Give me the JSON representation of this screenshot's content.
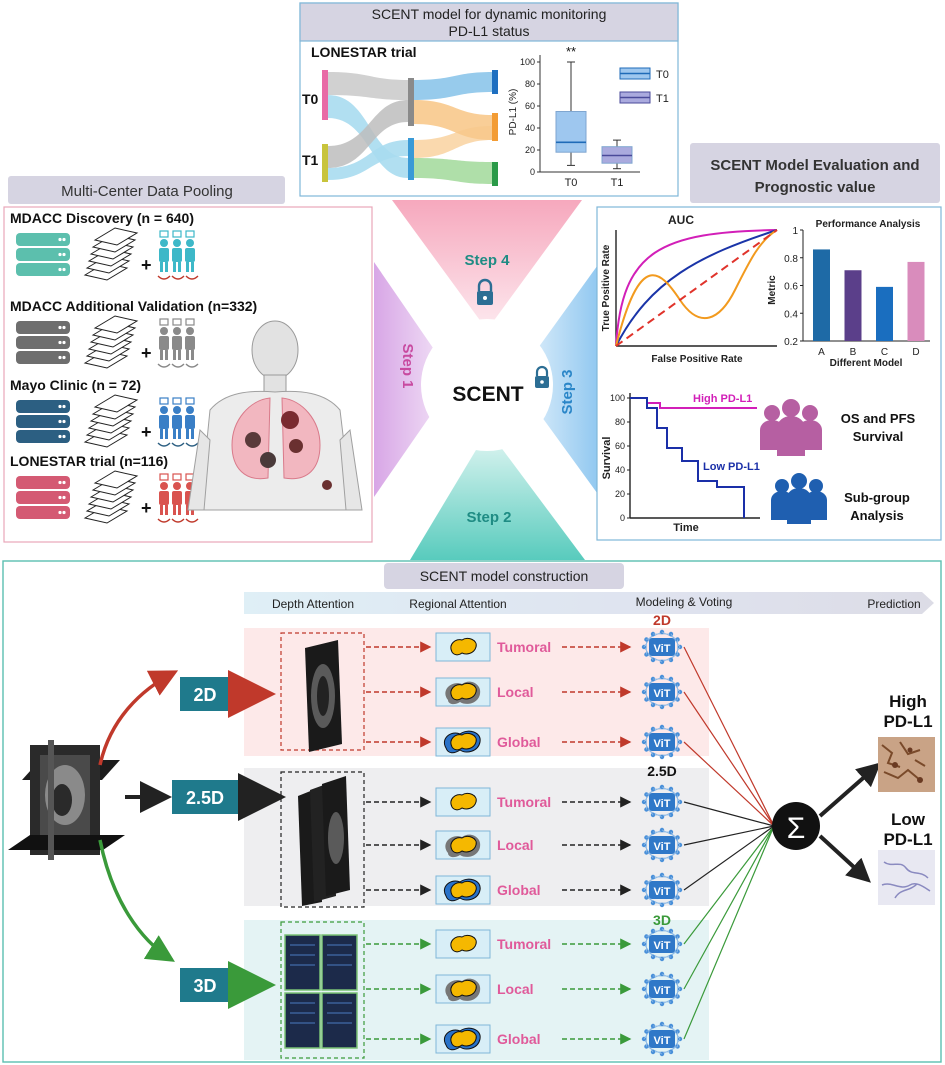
{
  "step4": {
    "title_line1": "SCENT model for dynamic monitoring",
    "title_line2": "PD-L1 status",
    "trial": "LONESTAR trial",
    "t0": "T0",
    "t1": "T1",
    "chart_data": {
      "type": "box",
      "ylabel": "PD-L1 (%)",
      "yticks": [
        "0",
        "20",
        "40",
        "60",
        "80",
        "100"
      ],
      "ylim": [
        0,
        100
      ],
      "categories": [
        "T0",
        "T1"
      ],
      "significance": "**",
      "legend": [
        "T0",
        "T1"
      ],
      "boxes": [
        {
          "name": "T0",
          "whisker_low": 6,
          "q1": 18,
          "median": 27,
          "q3": 55,
          "whisker_high": 100,
          "color": "#9ec7ef"
        },
        {
          "name": "T1",
          "whisker_low": 3,
          "q1": 8,
          "median": 15,
          "q3": 23,
          "whisker_high": 29,
          "color": "#aaaade"
        }
      ]
    }
  },
  "step3": {
    "title_line1": "SCENT Model Evaluation and",
    "title_line2": "Prognostic value",
    "auc": {
      "title": "AUC",
      "xlabel": "False Positive Rate",
      "ylabel": "True Positive Rate"
    },
    "performance": {
      "chart_data": {
        "type": "bar",
        "title": "Performance Analysis",
        "categories": [
          "A",
          "B",
          "C",
          "D"
        ],
        "values": [
          0.86,
          0.71,
          0.59,
          0.77
        ],
        "colors": [
          "#1e6aa6",
          "#5b3f8a",
          "#1a6ebf",
          "#d98cbc"
        ],
        "ylabel": "Metric",
        "xlabel": "Different Model",
        "ylim": [
          0.2,
          1.0
        ],
        "yticks": [
          "0.2",
          "0.4",
          "0.6",
          "0.8",
          "1"
        ]
      }
    },
    "survival": {
      "ylabel": "Survival",
      "xlabel": "Time",
      "yticks": [
        "0",
        "20",
        "40",
        "60",
        "80",
        "100"
      ],
      "high_label": "High PD-L1",
      "low_label": "Low PD-L1"
    },
    "os_line1": "OS and PFS",
    "os_line2": "Survival",
    "sub_line1": "Sub-group",
    "sub_line2": "Analysis"
  },
  "step1": {
    "title": "Multi-Center Data Pooling",
    "cohorts": [
      {
        "label": "MDACC Discovery (n = 640)",
        "color": "#5cbfad",
        "people": "#3db8c8"
      },
      {
        "label": "MDACC Additional Validation (n=332)",
        "color": "#6e6e6e",
        "people": "#8a8a8a"
      },
      {
        "label": "Mayo Clinic  (n = 72)",
        "color": "#2c5f82",
        "people": "#3a7fc6"
      },
      {
        "label": "LONESTAR trial (n=116)",
        "color": "#d45a73",
        "people": "#d9534f"
      }
    ],
    "plus": "+"
  },
  "center": {
    "label": "SCENT",
    "step1": "Step 1",
    "step2": "Step 2",
    "step3": "Step 3",
    "step4": "Step 4"
  },
  "construction": {
    "title": "SCENT model construction",
    "stages": [
      "Depth Attention",
      "Regional Attention",
      "Modeling & Voting",
      "Prediction"
    ],
    "modes": [
      "2D",
      "2.5D",
      "3D"
    ],
    "regions": [
      "Tumoral",
      "Local",
      "Global"
    ],
    "vit": "ViT",
    "sigma": "Σ",
    "high_line1": "High",
    "high_line2": "PD-L1",
    "low_line1": "Low",
    "low_line2": "PD-L1",
    "colors": {
      "red": "#c0392b",
      "black": "#222222",
      "green": "#3a9a3a"
    }
  }
}
